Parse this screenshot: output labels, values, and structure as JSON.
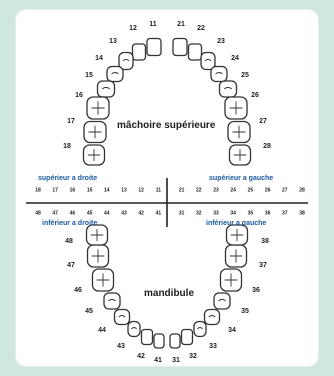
{
  "upper_jaw_label": "mâchoire supérieure",
  "lower_jaw_label": "mandibule",
  "quadrants": {
    "upper_right": "supérieur a droite",
    "upper_left": "supérieur a gauche",
    "lower_right": "inférieur a droite",
    "lower_left": "inférieur a gauche"
  },
  "upper_right_teeth": [
    "11",
    "12",
    "13",
    "14",
    "15",
    "16",
    "17",
    "18"
  ],
  "upper_left_teeth": [
    "21",
    "22",
    "23",
    "24",
    "25",
    "26",
    "27",
    "28"
  ],
  "lower_left_teeth": [
    "31",
    "32",
    "33",
    "34",
    "35",
    "36",
    "37",
    "38"
  ],
  "lower_right_teeth": [
    "41",
    "42",
    "43",
    "44",
    "45",
    "46",
    "47",
    "48"
  ],
  "upper_row": [
    "18",
    "17",
    "16",
    "15",
    "14",
    "13",
    "12",
    "11",
    "21",
    "22",
    "23",
    "24",
    "25",
    "26",
    "27",
    "28"
  ],
  "lower_row": [
    "48",
    "47",
    "46",
    "45",
    "44",
    "43",
    "42",
    "41",
    "31",
    "32",
    "33",
    "34",
    "35",
    "36",
    "37",
    "38"
  ],
  "colors": {
    "quadrant_text": "#1a5aa0",
    "outline": "#333333",
    "background": "#cfe8df"
  }
}
